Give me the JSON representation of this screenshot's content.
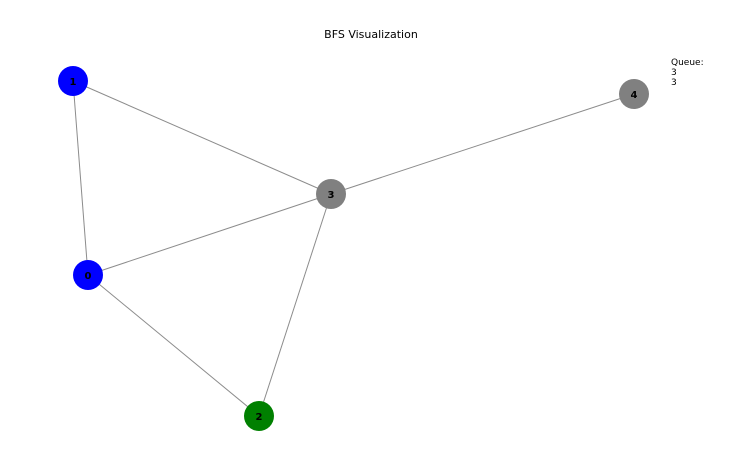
{
  "figure": {
    "title": "BFS Visualization"
  },
  "queue": {
    "label": "Queue:",
    "items": [
      "3",
      "3"
    ]
  },
  "graph": {
    "nodes": [
      {
        "id": "0",
        "label": "0",
        "color": "#0000ff"
      },
      {
        "id": "1",
        "label": "1",
        "color": "#0000ff"
      },
      {
        "id": "2",
        "label": "2",
        "color": "#008000"
      },
      {
        "id": "3",
        "label": "3",
        "color": "#808080"
      },
      {
        "id": "4",
        "label": "4",
        "color": "#808080"
      }
    ],
    "edges": [
      {
        "from": "1",
        "to": "3"
      },
      {
        "from": "1",
        "to": "0"
      },
      {
        "from": "3",
        "to": "4"
      },
      {
        "from": "3",
        "to": "0"
      },
      {
        "from": "3",
        "to": "2"
      },
      {
        "from": "0",
        "to": "2"
      }
    ],
    "edge_color": "#8c8c8c"
  }
}
